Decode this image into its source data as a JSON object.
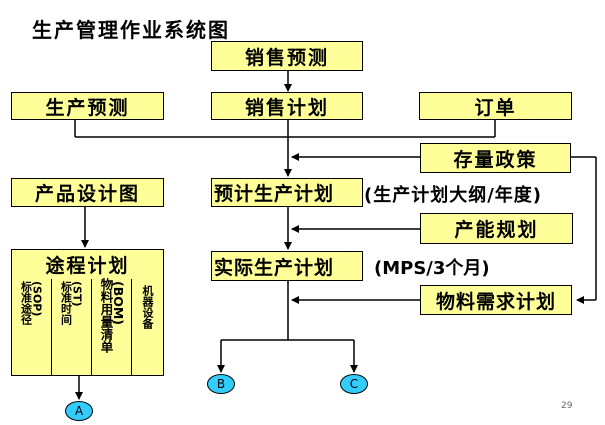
{
  "title": "生产管理作业系统图",
  "boxes": {
    "sales_forecast": "销售预测",
    "production_forecast": "生产预测",
    "sales_plan": "销售计划",
    "orders": "订单",
    "inventory_policy": "存量政策",
    "product_design": "产品设计图",
    "estimated_production_plan": "预计生产计划",
    "capacity_planning": "产能规划",
    "routing_plan": "途程计划",
    "actual_production_plan": "实际生产计划",
    "material_requirements_plan": "物料需求计划"
  },
  "annotations": {
    "estimated_note": "(生产计划大纲/年度)",
    "actual_note": "(MPS/3个月)"
  },
  "routing_columns": [
    {
      "label": "标准途径",
      "code": "(SOP)"
    },
    {
      "label": "标准时间",
      "code": "(ST)"
    },
    {
      "label": "物料用量清单",
      "code": "(BOM)"
    },
    {
      "label": "机器设备",
      "code": ""
    }
  ],
  "connectors": {
    "a": "A",
    "b": "B",
    "c": "C"
  },
  "page_number": "29",
  "colors": {
    "box_fill": "#ffff99",
    "connector_fill": "#33ccff",
    "line": "#000000"
  }
}
